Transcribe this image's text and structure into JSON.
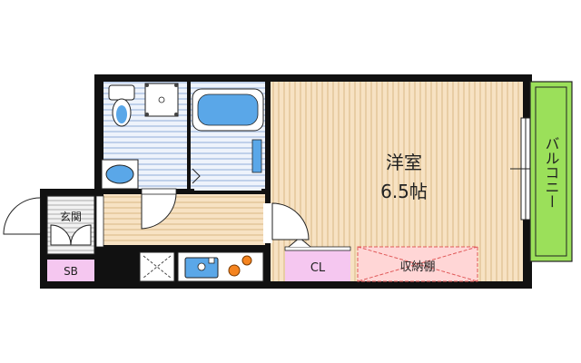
{
  "rooms": {
    "western_room": {
      "name": "洋室",
      "size": "6.5帖"
    },
    "entrance": "玄関",
    "shoe_box": "SB",
    "closet": "CL",
    "storage": "収納棚",
    "balcony": "バルコニー"
  },
  "colors": {
    "wall": "#111111",
    "western_room_floor": "#f6dbb7",
    "western_room_stripe": "#e7c89c",
    "wet_area_floor": "#dfe8f6",
    "wet_area_stripe": "#b9cbe8",
    "balcony": "#9be05a",
    "pink_storage": "#f5c7f0",
    "storage_shelf": "#ffd6d6",
    "fixture_blue": "#5aa7e8"
  }
}
